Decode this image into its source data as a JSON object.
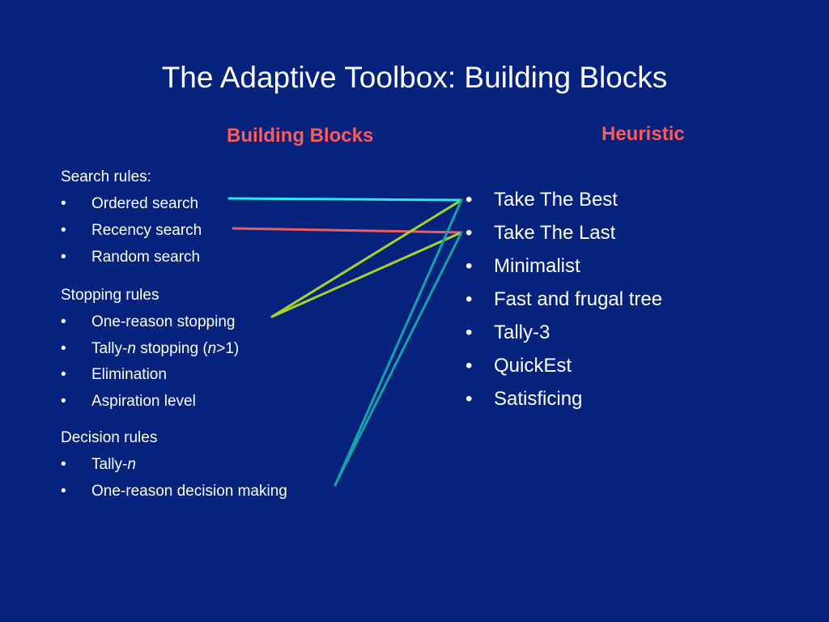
{
  "title": "The Adaptive Toolbox: Building Blocks",
  "colors": {
    "background": "#05237d",
    "heading": "#ff5a5a",
    "text": "#ffffff",
    "link_cyan": "#2de6f5",
    "link_red": "#f05a64",
    "link_green": "#a6d22f",
    "link_teal": "#13a3ab"
  },
  "bullet_symbol": "•",
  "left": {
    "heading": "Building Blocks",
    "groups": [
      {
        "label": "Search rules:",
        "items": [
          {
            "text": "Ordered search"
          },
          {
            "text": "Recency search"
          },
          {
            "text": "Random search"
          }
        ]
      },
      {
        "label": "Stopping rules",
        "items": [
          {
            "text": "One-reason stopping"
          },
          {
            "pre": "Tally-",
            "italic1": "n",
            "mid": " stopping (",
            "italic2": "n",
            "post": ">1)"
          },
          {
            "text": "Elimination"
          },
          {
            "text": "Aspiration level"
          }
        ]
      },
      {
        "label": "Decision rules",
        "items": [
          {
            "pre": "Tally-",
            "italic1": "n"
          },
          {
            "text": "One-reason decision making"
          }
        ]
      }
    ]
  },
  "right": {
    "heading": "Heuristic",
    "items": [
      "Take The Best",
      "Take The Last",
      "Minimalist",
      "Fast and frugal tree",
      "Tally-3",
      "QuickEst",
      "Satisficing"
    ]
  },
  "connections": [
    {
      "from": "Ordered search",
      "to": "Take The Best",
      "color": "cyan"
    },
    {
      "from": "Recency search",
      "to": "Take The Last",
      "color": "red"
    },
    {
      "from": "One-reason stopping",
      "to": "Take The Best",
      "color": "green"
    },
    {
      "from": "One-reason stopping",
      "to": "Take The Last",
      "color": "green"
    },
    {
      "from": "One-reason decision making",
      "to": "Take The Best",
      "color": "teal"
    },
    {
      "from": "One-reason decision making",
      "to": "Take The Last",
      "color": "teal"
    }
  ]
}
